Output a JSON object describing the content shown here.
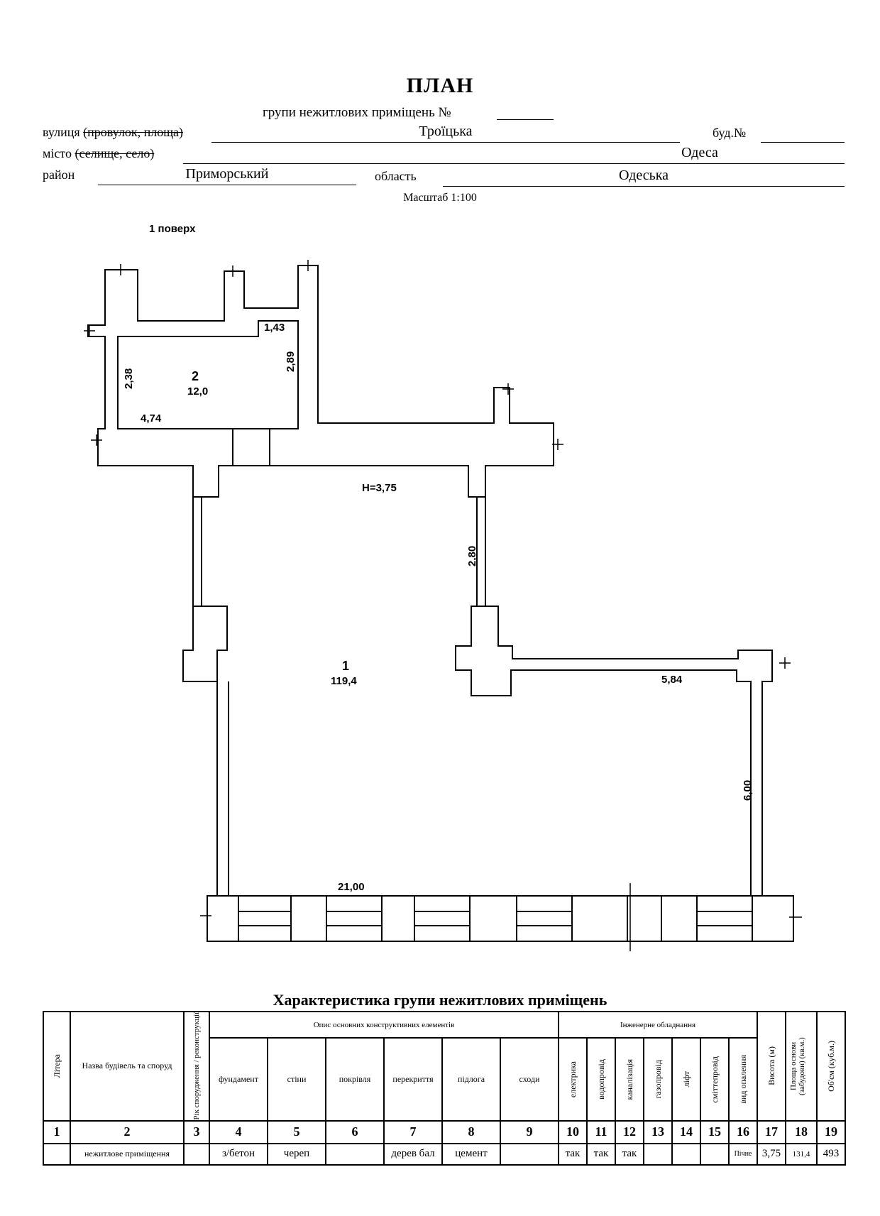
{
  "header": {
    "title": "ПЛАН",
    "subtitle": "групи нежитлових приміщень №",
    "street_label_prefix": "вулиця",
    "street_label_struck": "(провулок, площа)",
    "street_value": "Троїцька",
    "building_label": "буд.№",
    "city_label_prefix": "місто",
    "city_label_struck": "(селище, село)",
    "city_value": "Одеса",
    "district_label": "район",
    "district_value": "Приморський",
    "region_label": "область",
    "region_value": "Одеська",
    "scale": "Масштаб 1:100"
  },
  "plan": {
    "floor_label": "1 поверх",
    "room1_number": "1",
    "room1_area": "119,4",
    "room2_number": "2",
    "room2_area": "12,0",
    "height": "Н=3,75",
    "dims": {
      "d143": "1,43",
      "d238": "2,38",
      "d289": "2,89",
      "d474": "4,74",
      "d280": "2,80",
      "d584": "5,84",
      "d600": "6,00",
      "d2100": "21,00"
    }
  },
  "table": {
    "title": "Характеристика групи нежитлових приміщень",
    "col_litera": "Літера",
    "col_name": "Назва будівель та споруд",
    "col_year": "Рік спорудження / реконструкції",
    "group_construct": "Опис основних конструктивних елементів",
    "col_foundation": "фундамент",
    "col_walls": "стіни",
    "col_roof": "покрівля",
    "col_floors": "перекриття",
    "col_floor": "підлога",
    "col_stairs": "сходи",
    "group_engineering": "Інженерне обладнання",
    "col_electric": "електрика",
    "col_water": "водопровід",
    "col_sewer": "каналізація",
    "col_gas": "газопровід",
    "col_lift": "ліфт",
    "col_garbage": "сміттепровід",
    "col_heating": "вид опалення",
    "col_height": "Висота (м)",
    "col_area": "Площа основи (забудови) (кв.м.)",
    "col_volume": "Об'єм (куб.м.)",
    "numbers": [
      "1",
      "2",
      "3",
      "4",
      "5",
      "6",
      "7",
      "8",
      "9",
      "10",
      "11",
      "12",
      "13",
      "14",
      "15",
      "16",
      "17",
      "18",
      "19"
    ],
    "row": {
      "litera": "",
      "name": "нежитлове приміщення",
      "year": "",
      "foundation": "з/бетон",
      "walls": "череп",
      "roof": "",
      "floors": "дерев бал",
      "floor": "цемент",
      "stairs": "",
      "electric": "так",
      "water": "так",
      "sewer": "так",
      "gas": "",
      "lift": "",
      "garbage": "",
      "heating": "Пічне",
      "height": "3,75",
      "area": "131,4",
      "volume": "493"
    }
  }
}
